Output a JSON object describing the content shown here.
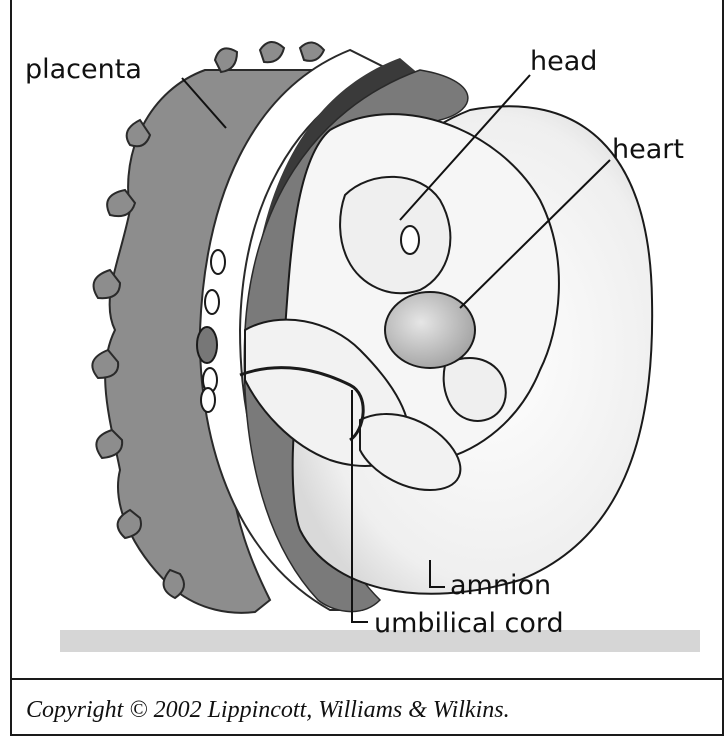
{
  "labels": {
    "placenta": "placenta",
    "head": "head",
    "heart": "heart",
    "amnion": "amnion",
    "umbilical_cord": "umbilical cord"
  },
  "caption": "Copyright © 2002 Lippincott, Williams & Wilkins."
}
